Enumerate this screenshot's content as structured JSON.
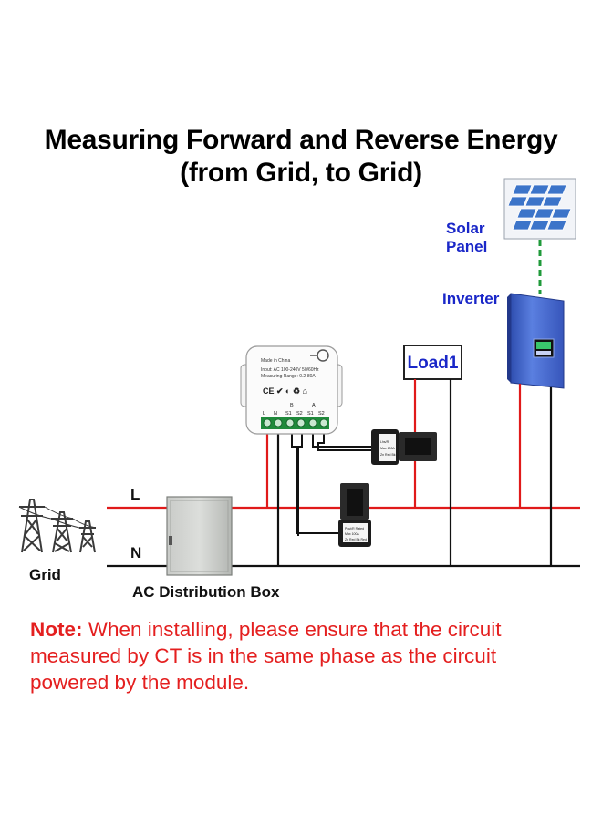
{
  "title": {
    "line1": "Measuring  Forward and Reverse Energy",
    "line2": "(from Grid, to Grid)"
  },
  "labels": {
    "solar_panel_1": "Solar",
    "solar_panel_2": "Panel",
    "inverter": "Inverter",
    "load": "Load1",
    "line_l": "L",
    "line_n": "N",
    "grid": "Grid",
    "ac_box": "AC Distribution Box"
  },
  "module": {
    "made_in": "Made in China",
    "input": "Input: AC 100-240V 50/60Hz",
    "range": "Measuring Range: 0.2-80A",
    "certs": "CE ✔ ◐ ♻ ⌂",
    "terminals": [
      "L",
      "N",
      "S1",
      "S2",
      "S1",
      "S2"
    ],
    "group_b": "B",
    "group_a": "A"
  },
  "ct_upper": {
    "line1": "Lhs/R",
    "line2": "Max 100A",
    "line3": "Zn Red Bk"
  },
  "ct_lower": {
    "line1": "Pout/R  Rated",
    "line2": "Max 100A",
    "line3": "Zn Red Bk Red"
  },
  "note": {
    "prefix": "Note:",
    "text": " When installing, please ensure that the circuit measured by CT is in the same phase as the circuit powered by the module."
  },
  "colors": {
    "line_l": "#e01a1a",
    "line_n": "#111111",
    "dc_link": "#1f9a3a",
    "inverter_body": "#4a6fd0",
    "label_blue": "#1a27c8",
    "note_red": "#e41f1f"
  }
}
